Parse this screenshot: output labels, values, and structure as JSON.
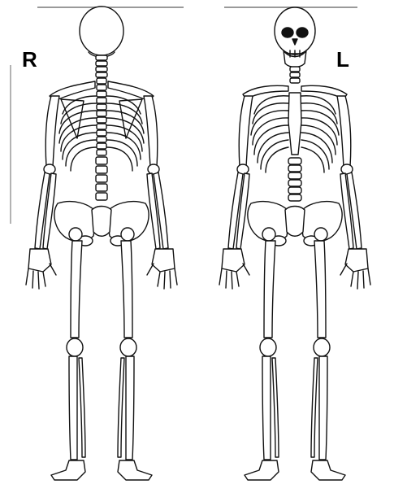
{
  "labels": {
    "right": "R",
    "left": "L"
  },
  "figures": {
    "posterior": {
      "view": "posterior",
      "icon": "skeleton-back-view"
    },
    "anterior": {
      "view": "anterior",
      "icon": "skeleton-front-view"
    }
  },
  "colors": {
    "stroke": "#111111",
    "frame": "#9a9a9a",
    "fill": "#ffffff"
  }
}
